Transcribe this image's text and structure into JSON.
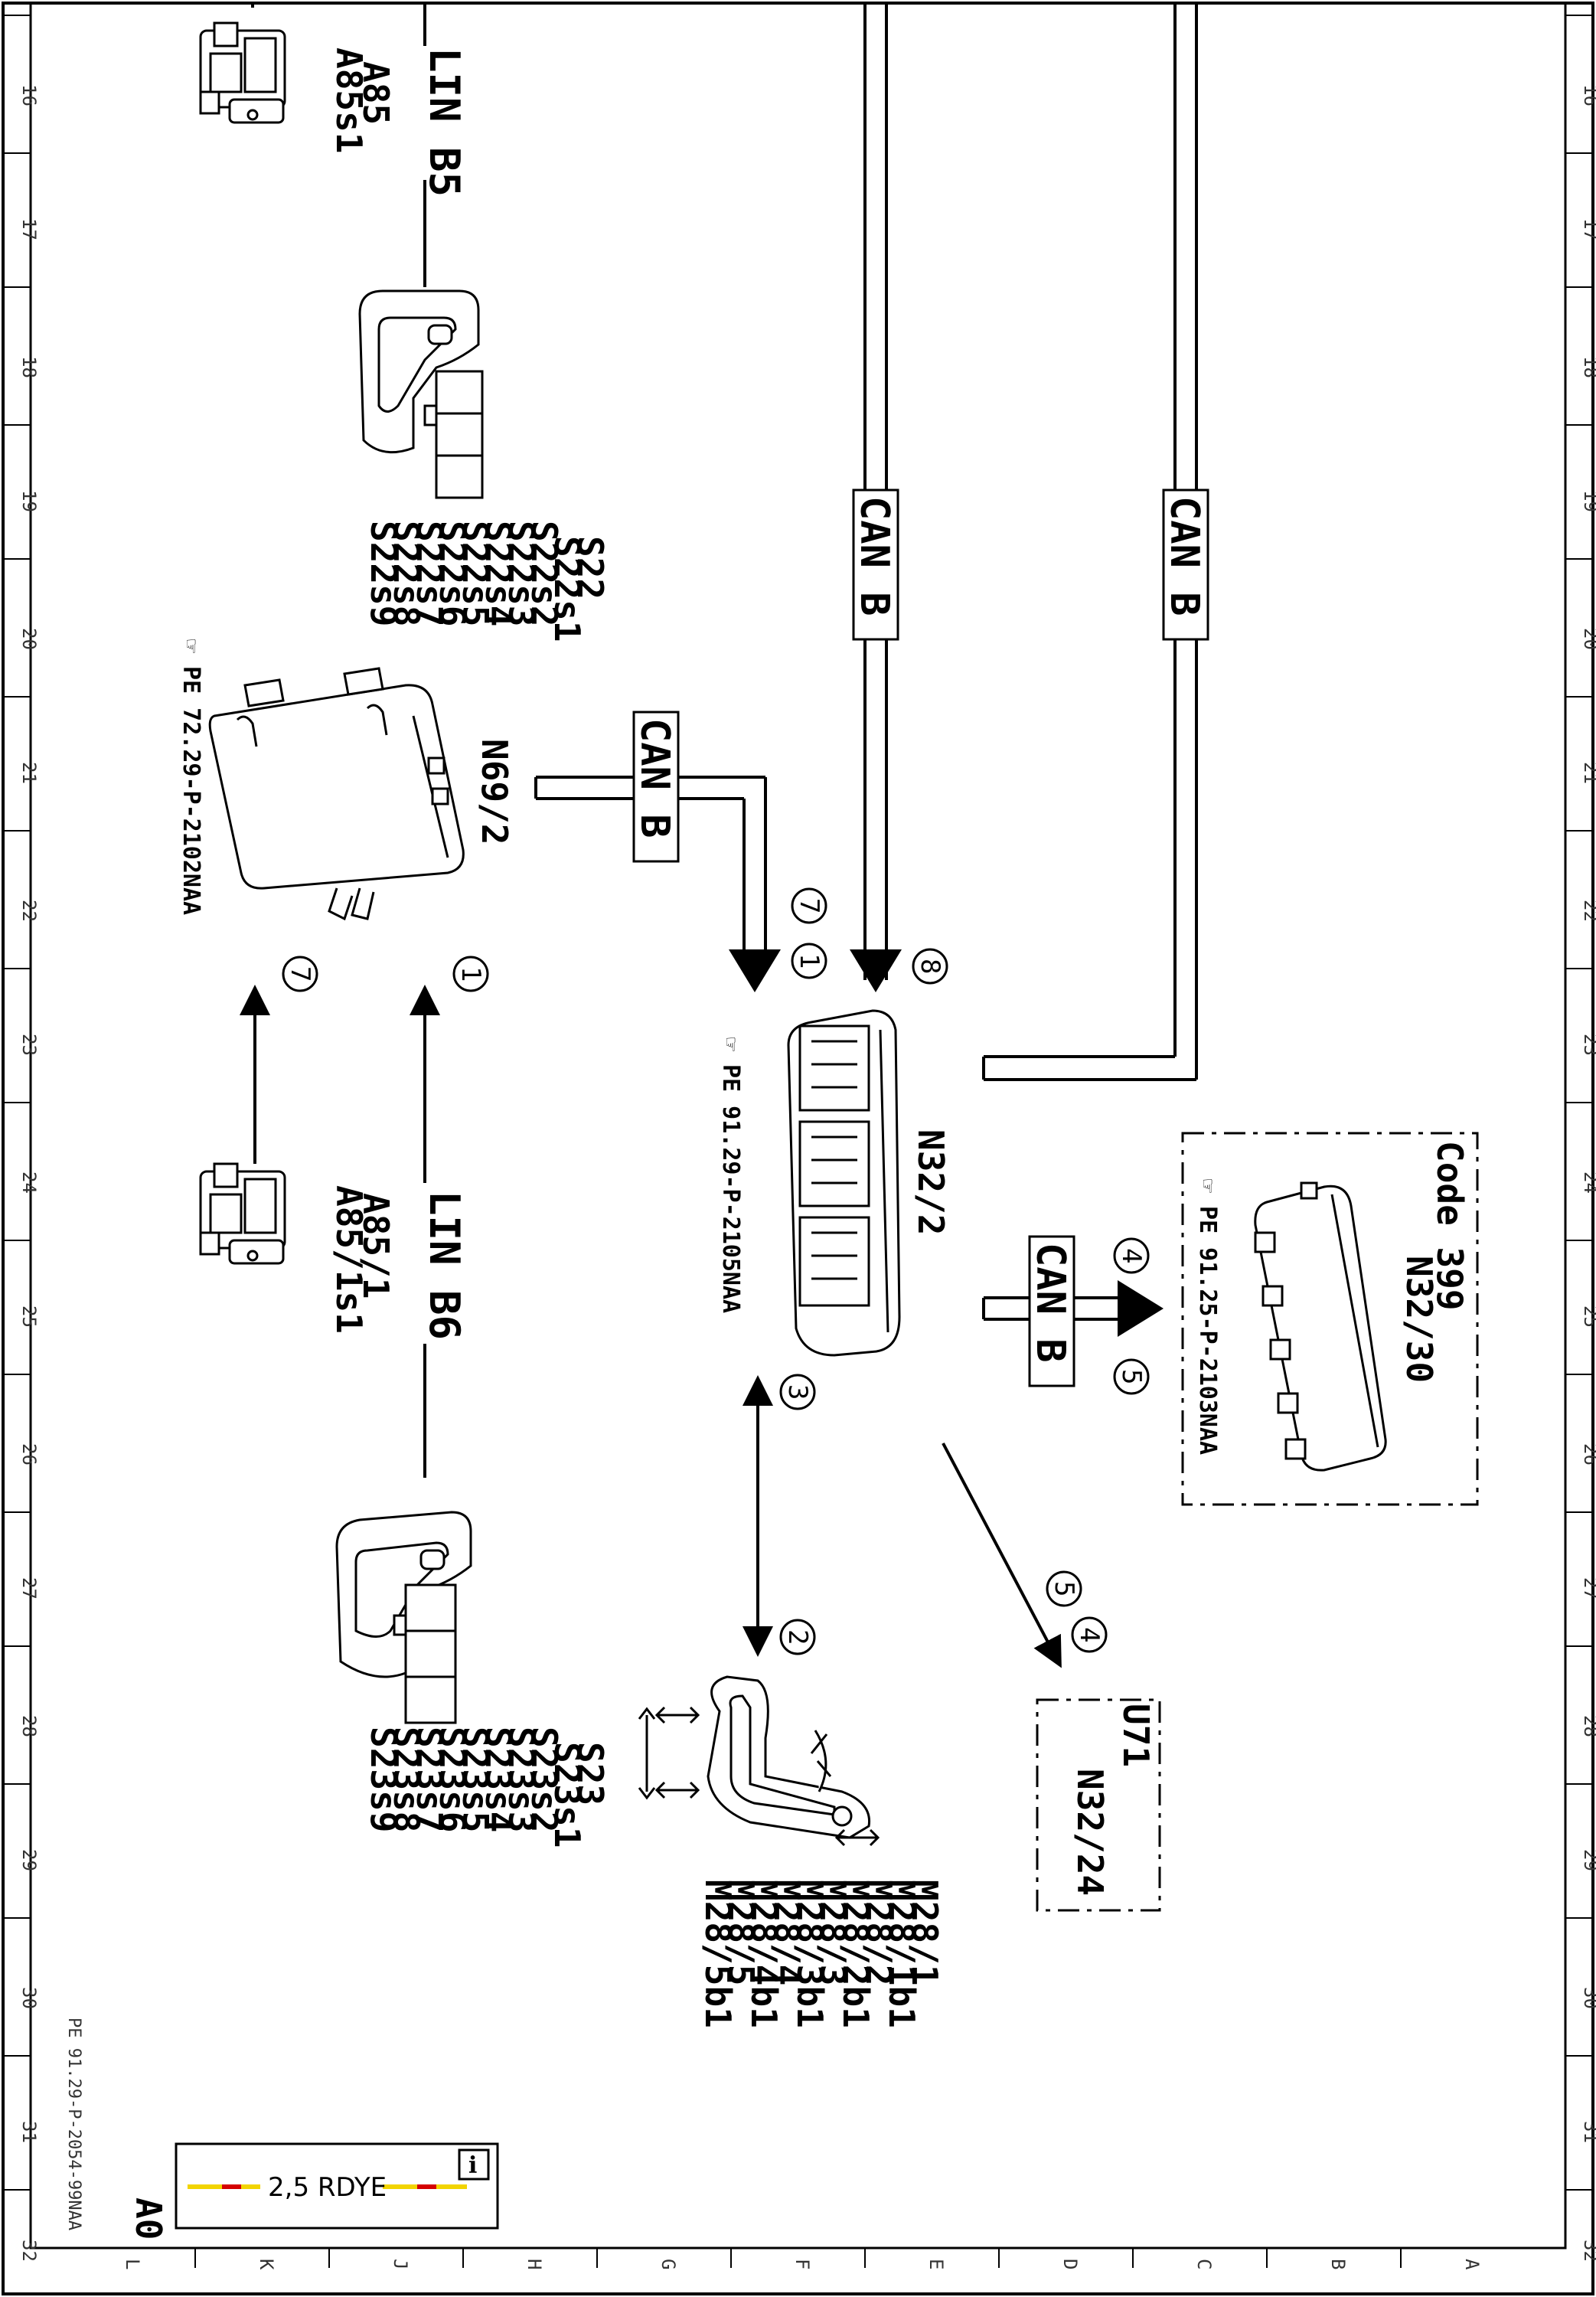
{
  "sheet": {
    "doc_code": "PE 91.29-P-2054-99NAA",
    "page_size": "A0",
    "row_numbers": [
      "16",
      "17",
      "18",
      "19",
      "20",
      "21",
      "22",
      "23",
      "24",
      "25",
      "26",
      "27",
      "28",
      "29",
      "30",
      "31",
      "32"
    ],
    "column_letters": [
      "L",
      "K",
      "J",
      "H",
      "G",
      "F",
      "E",
      "D",
      "C",
      "B",
      "A"
    ]
  },
  "buses": {
    "lin_b5": "LIN B5",
    "lin_b6": "LIN B6",
    "can_b": "CAN B"
  },
  "components": {
    "a85": {
      "labels": [
        "A85",
        "A85s1"
      ]
    },
    "a85_1": {
      "labels": [
        "A85/1",
        "A85/1s1"
      ]
    },
    "s22": {
      "labels": [
        "S22",
        "S22s1",
        "S22s2",
        "S22s3",
        "S22s4",
        "S22s5",
        "S22s6",
        "S22s7",
        "S22s8",
        "S22s9"
      ]
    },
    "s23": {
      "labels": [
        "S23",
        "S23s1",
        "S23s2",
        "S23s3",
        "S23s4",
        "S23s5",
        "S23s6",
        "S23s7",
        "S23s8",
        "S23s9"
      ]
    },
    "n69_2": {
      "label": "N69/2",
      "ref": "PE 72.29-P-2102NAA"
    },
    "n32_2": {
      "label": "N32/2",
      "ref": "PE 91.29-P-2105NAA"
    },
    "n32_30": {
      "code": "Code 399",
      "label": "N32/30",
      "ref": "PE 91.25-P-2103NAA"
    },
    "u71": {
      "code": "U71",
      "label": "N32/24"
    },
    "m28": {
      "labels": [
        "M28/1",
        "M28/1b1",
        "M28/2",
        "M28/2b1",
        "M28/3",
        "M28/3b1",
        "M28/4",
        "M28/4b1",
        "M28/5",
        "M28/5b1"
      ]
    }
  },
  "signals": [
    "1",
    "2",
    "3",
    "4",
    "5",
    "7",
    "8"
  ],
  "legend": {
    "wire": "2,5 RDYE",
    "info_icon": "info-icon",
    "colors": {
      "red": "#d40000",
      "yellow": "#f2d400"
    }
  }
}
